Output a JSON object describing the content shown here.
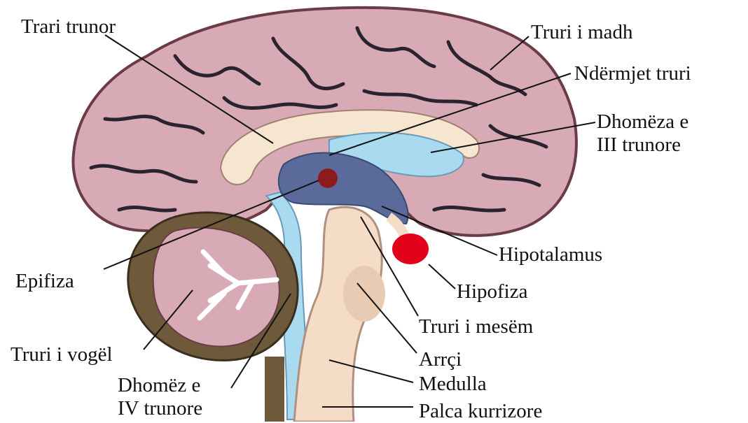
{
  "labels": {
    "trari_trunor": "Trari trunor",
    "truri_madh": "Truri i madh",
    "ndermjet_truri": "Ndërmjet truri",
    "dhomeza_iii_line1": "Dhomëza e",
    "dhomeza_iii_line2": "III trunore",
    "hipotalamus": "Hipotalamus",
    "hipofiza": "Hipofiza",
    "truri_mesem": "Truri i mesëm",
    "arrci": "Arrçi",
    "medulla": "Medulla",
    "palca": "Palca kurrizore",
    "epifiza": "Epifiza",
    "truri_vogel": "Truri i vogël",
    "dhomez_iv_line1": "Dhomëz e",
    "dhomez_iv_line2": "IV trunore"
  },
  "colors": {
    "cerebrum": "#d8aab6",
    "cortex_outline": "#6b3b47",
    "sulci": "#2a2430",
    "corpus_callosum": "#f6e6cf",
    "ventricle": "#a9daf0",
    "diencephalon": "#5a6a9a",
    "pineal": "#8e1b1b",
    "pituitary": "#e3001b",
    "brainstem": "#f5dcc6",
    "cerebellum_outer": "#6e5a3a",
    "cerebellum_inner": "#d8aab6"
  }
}
